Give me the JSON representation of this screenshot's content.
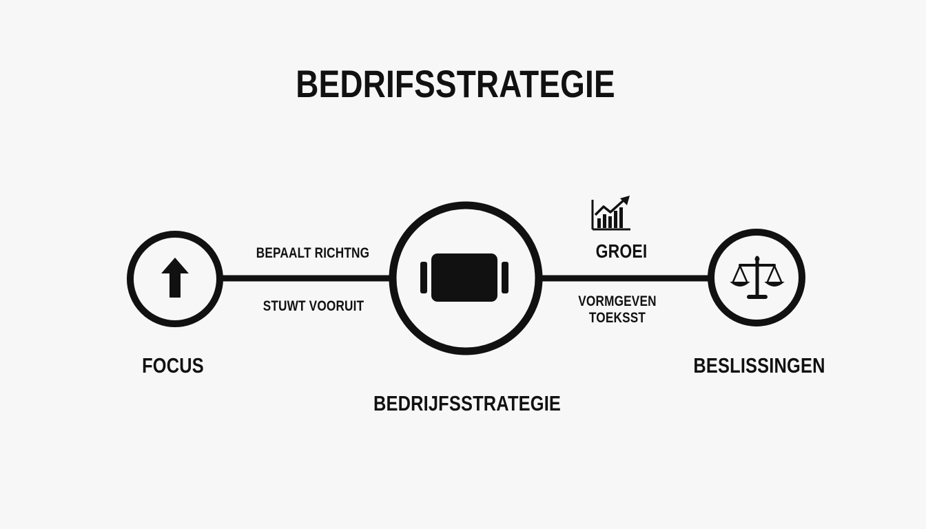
{
  "title": "BEDRIFSSTRATEGIE",
  "nodes": [
    {
      "label": "FOCUS",
      "icon": "arrow-up-icon"
    },
    {
      "label": "BEDRIJFSSTRATEGIE",
      "icon": "strategy-block-icon"
    },
    {
      "label": "BESLISSINGEN",
      "icon": "scales-icon"
    }
  ],
  "edges": [
    {
      "label_above": "BEPAALT RICHTNG",
      "label_below": "STUWT VOORUIT"
    },
    {
      "label_above": "GROEI",
      "label_below_lines": [
        "VORMGEVEN",
        "TOEKSST"
      ],
      "icon": "growth-chart-icon"
    }
  ],
  "colors": {
    "background": "#f7f7f7",
    "ink": "#111111"
  }
}
